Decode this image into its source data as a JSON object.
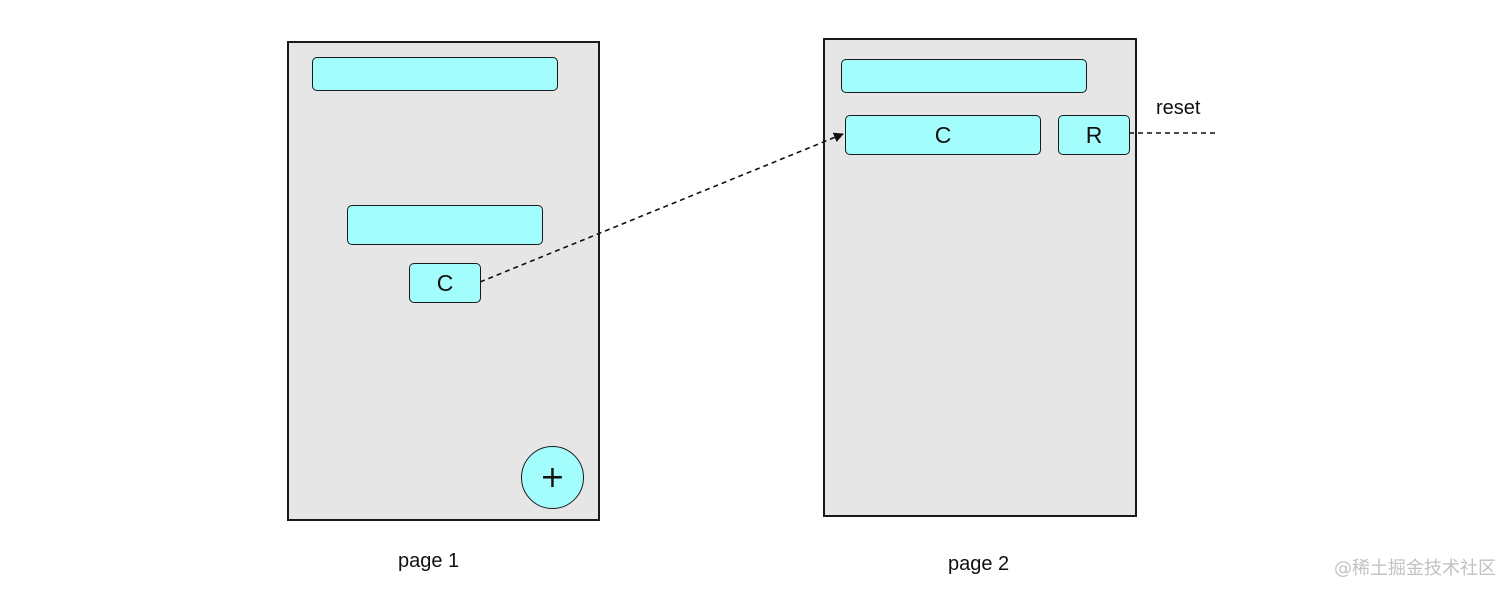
{
  "pages": [
    {
      "name": "page 1"
    },
    {
      "name": "page 2"
    }
  ],
  "page1": {
    "c_box_label": "C",
    "fab_label": "+"
  },
  "page2": {
    "c_box_label": "C",
    "r_box_label": "R"
  },
  "annotations": {
    "reset_label": "reset"
  },
  "watermark": "@稀土掘金技术社区",
  "colors": {
    "box_fill": "#a3fdfd",
    "page_fill": "#e6e6e6",
    "stroke": "#1a1a1a"
  }
}
